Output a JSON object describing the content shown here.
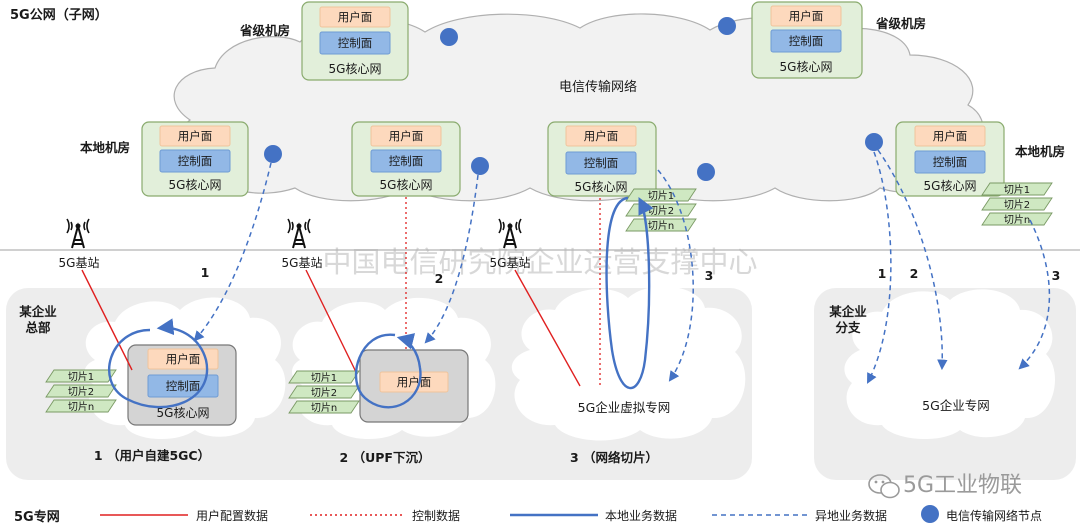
{
  "public_network_title": "5G公网（子网）",
  "private_network_title": "5G专网",
  "cloud_label": "电信传输网络",
  "watermark": "中国电信研究院企业运营支撑中心",
  "wechat_brand": "5G工业物联",
  "rooms": {
    "provincial_left": "省级机房",
    "provincial_right": "省级机房",
    "local_left": "本地机房",
    "local_right": "本地机房"
  },
  "core": {
    "user_plane": "用户面",
    "control_plane": "控制面",
    "core_network": "5G核心网"
  },
  "slices": [
    "切片1",
    "切片2",
    "切片n"
  ],
  "base_station": "5G基站",
  "enterprise_hq": "某企业\n总部",
  "enterprise_branch": "某企业\n分支",
  "virtual_private_network": "5G企业虚拟专网",
  "enterprise_private_network": "5G企业专网",
  "mode_labels": [
    "1  （用户自建5GC）",
    "2 （UPF下沉）",
    "3 （网络切片）"
  ],
  "path_numbers": [
    "1",
    "2",
    "3"
  ],
  "legend": {
    "user_config": "用户配置数据",
    "control": "控制数据",
    "local_service": "本地业务数据",
    "remote_service": "异地业务数据",
    "transport_node": "电信传输网络节点"
  },
  "colors": {
    "user_plane_fill": "#fdd9bd",
    "control_plane_fill": "#92b8e6",
    "core_box_fill": "#e2efda",
    "core_box_stroke": "#8aab6e",
    "node_blue": "#4472c4",
    "line_red": "#e02020",
    "line_blue": "#4472c4",
    "enterprise_panel": "#ededed",
    "slice_fill": "#cfe8c2"
  }
}
